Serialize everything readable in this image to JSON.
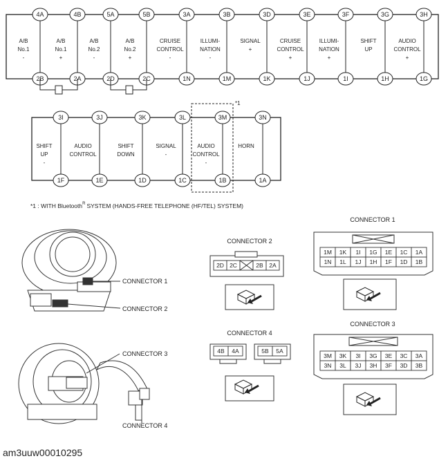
{
  "diagram": {
    "top_row_pins": [
      {
        "top": "4A",
        "bottom": "2B",
        "label": [
          "A/B",
          "No.1",
          "-"
        ]
      },
      {
        "top": "4B",
        "bottom": "2A",
        "label": [
          "A/B",
          "No.1",
          "+"
        ]
      },
      {
        "top": "5A",
        "bottom": "2D",
        "label": [
          "A/B",
          "No.2",
          "-"
        ]
      },
      {
        "top": "5B",
        "bottom": "2C",
        "label": [
          "A/B",
          "No.2",
          "+"
        ]
      },
      {
        "top": "3A",
        "bottom": "1N",
        "label": [
          "CRUISE",
          "CONTROL",
          "-"
        ]
      },
      {
        "top": "3B",
        "bottom": "1M",
        "label": [
          "ILLUMI-",
          "NATION",
          "-"
        ]
      },
      {
        "top": "3D",
        "bottom": "1K",
        "label": [
          "SIGNAL",
          "+"
        ]
      },
      {
        "top": "3E",
        "bottom": "1J",
        "label": [
          "CRUISE",
          "CONTROL",
          "+"
        ]
      },
      {
        "top": "3F",
        "bottom": "1I",
        "label": [
          "ILLUMI-",
          "NATION",
          "+"
        ]
      },
      {
        "top": "3G",
        "bottom": "1H",
        "label": [
          "SHIFT",
          "UP"
        ]
      },
      {
        "top": "3H",
        "bottom": "1G",
        "label": [
          "AUDIO",
          "CONTROL",
          "+"
        ]
      }
    ],
    "second_row_pins": [
      {
        "top": "3I",
        "bottom": "1F",
        "label": [
          "SHIFT",
          "UP",
          "-"
        ]
      },
      {
        "top": "3J",
        "bottom": "1E",
        "label": [
          "AUDIO",
          "CONTROL"
        ]
      },
      {
        "top": "3K",
        "bottom": "1D",
        "label": [
          "SHIFT",
          "DOWN"
        ]
      },
      {
        "top": "3L",
        "bottom": "1C",
        "label": [
          "SIGNAL",
          "-"
        ]
      },
      {
        "top": "3M",
        "bottom": "1B",
        "label": [
          "AUDIO",
          "CONTROL",
          "-"
        ]
      },
      {
        "top": "3N",
        "bottom": "1A",
        "label": [
          "HORN"
        ]
      }
    ],
    "note_mark": "*1",
    "footnote_prefix": "*1 : WITH Bluetooth",
    "footnote_suffix": "SYSTEM (HANDS-FREE TELEPHONE (HF/TEL) SYSTEM)",
    "registered_mark": "R"
  },
  "part_labels": {
    "c1": "CONNECTOR 1",
    "c2": "CONNECTOR 2",
    "c3": "CONNECTOR 3",
    "c4": "CONNECTOR 4"
  },
  "connector1": {
    "title": "CONNECTOR 1",
    "rows": [
      [
        "1M",
        "1K",
        "1I",
        "1G",
        "1E",
        "1C",
        "1A"
      ],
      [
        "1N",
        "1L",
        "1J",
        "1H",
        "1F",
        "1D",
        "1B"
      ]
    ]
  },
  "connector2": {
    "title": "CONNECTOR 2",
    "cells": [
      "2D",
      "2C",
      "",
      "2B",
      "2A"
    ]
  },
  "connector3": {
    "title": "CONNECTOR 3",
    "rows": [
      [
        "3M",
        "3K",
        "3I",
        "3G",
        "3E",
        "3C",
        "3A"
      ],
      [
        "3N",
        "3L",
        "3J",
        "3H",
        "3F",
        "3D",
        "3B"
      ]
    ]
  },
  "connector4": {
    "title": "CONNECTOR 4",
    "left": [
      "4B",
      "4A"
    ],
    "right": [
      "5B",
      "5A"
    ]
  },
  "caption": "am3uuw00010295"
}
